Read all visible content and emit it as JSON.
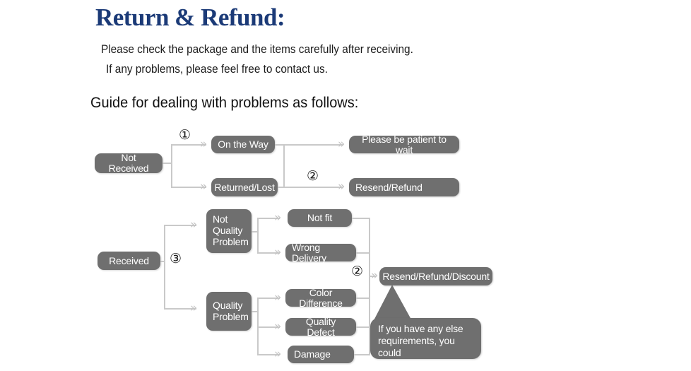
{
  "header": {
    "title": "Return & Refund:",
    "line1": "Please check the package and the items carefully after receiving.",
    "line2": "If any problems, please feel free to contact us.",
    "guide": "Guide for dealing with problems as follows:"
  },
  "colors": {
    "title": "#1b3a77",
    "node_fill": "#6f6f6f",
    "node_text": "#ffffff",
    "connector": "#c9c9c9",
    "background": "#ffffff"
  },
  "flow": {
    "markers": {
      "one": "①",
      "two_top": "②",
      "three": "③",
      "two_bottom": "②"
    },
    "nodes": {
      "not_received": "Not Received",
      "on_the_way": "On the Way",
      "returned_lost": "Returned/Lost",
      "please_wait": "Please be patient to wait",
      "resend_refund": "Resend/Refund",
      "received": "Received",
      "not_quality_problem": "Not\nQuality\nProblem",
      "not_fit": "Not fit",
      "wrong_delivery": "Wrong Delivery",
      "quality_problem": "Quality\nProblem",
      "color_difference": "Color Difference",
      "quality_defect": "Quality Defect",
      "damage": "Damage",
      "resend_refund_discount": "Resend/Refund/Discount"
    },
    "callout": "If you have any else\nrequirements, you could\nalso tell us!",
    "arrow_glyph": "»"
  }
}
